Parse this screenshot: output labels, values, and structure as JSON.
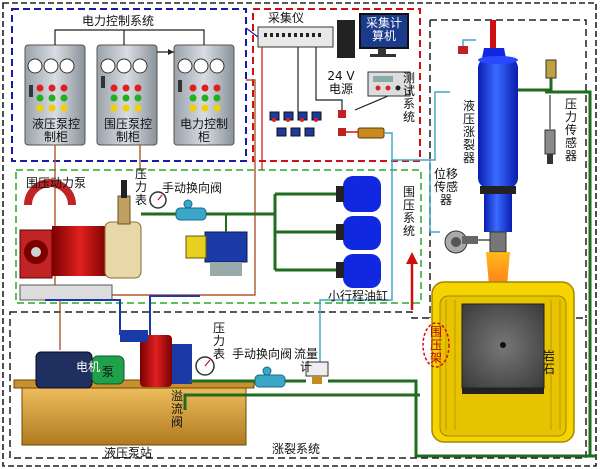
{
  "labels": {
    "power_control_system": "电力控制系统",
    "pump_cabinet_1": "液压泵控制柜",
    "pump_cabinet_2": "围压泵控制柜",
    "power_cabinet": "电力控制柜",
    "collector": "采集仪",
    "computer": "采集计算机",
    "power_24v": "24 V电源",
    "test_system": "测试系统",
    "hydraulic_fracturer": "液压涨裂器",
    "pressure_sensor": "压力传感器",
    "confining_pump": "围压动力泵",
    "pressure_gauge_1": "压力表",
    "manual_valve_1": "手动换向阀",
    "small_cylinder": "小行程油缸",
    "confining_system": "围压系统",
    "displacement_sensor": "位移传感器",
    "confining_frame": "围压架",
    "rock": "岩石",
    "motor": "电机",
    "pump": "泵",
    "pressure_gauge_2": "压力表",
    "manual_valve_2": "手动换向阀",
    "flowmeter": "流量计",
    "overflow_valve": "溢流阀",
    "hydraulic_station": "液压泵站",
    "fracturing_system": "涨裂系统"
  },
  "colors": {
    "power_border": "#1a1aa8",
    "test_border": "#d01010",
    "confining_border": "#5fbf5f",
    "oil_pipe": "#1f6b1f",
    "signal_line": "#3aa6c8",
    "frame_yellow": "#f5d400",
    "tank_gold": "#d6a23c",
    "cylinder_blue": "#1028e0"
  }
}
